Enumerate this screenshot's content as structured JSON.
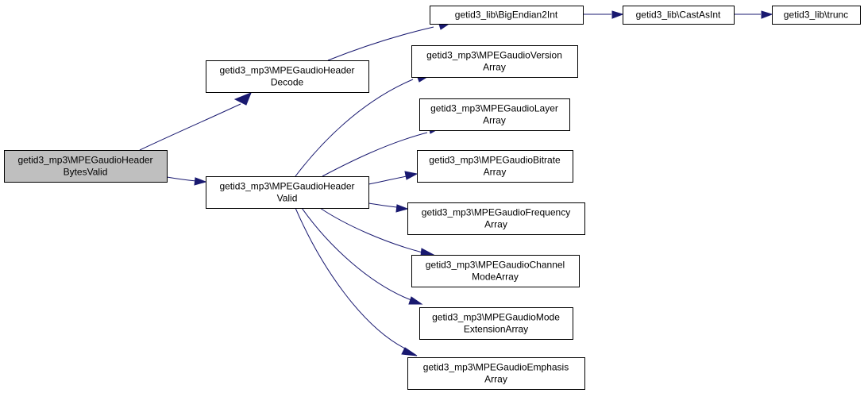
{
  "graph": {
    "colors": {
      "node_fill": "#ffffff",
      "root_fill": "#bfbfbf",
      "border": "#000000",
      "edge": "#191970"
    },
    "nodes": [
      {
        "id": "bytes_valid",
        "lines": [
          "getid3_mp3\\MPEGaudioHeader",
          "BytesValid"
        ],
        "root": true
      },
      {
        "id": "header_decode",
        "lines": [
          "getid3_mp3\\MPEGaudioHeader",
          "Decode"
        ]
      },
      {
        "id": "header_valid",
        "lines": [
          "getid3_mp3\\MPEGaudioHeader",
          "Valid"
        ]
      },
      {
        "id": "big_endian",
        "lines": [
          "getid3_lib\\BigEndian2Int"
        ]
      },
      {
        "id": "cast_as_int",
        "lines": [
          "getid3_lib\\CastAsInt"
        ]
      },
      {
        "id": "trunc",
        "lines": [
          "getid3_lib\\trunc"
        ]
      },
      {
        "id": "version_array",
        "lines": [
          "getid3_mp3\\MPEGaudioVersion",
          "Array"
        ]
      },
      {
        "id": "layer_array",
        "lines": [
          "getid3_mp3\\MPEGaudioLayer",
          "Array"
        ]
      },
      {
        "id": "bitrate_array",
        "lines": [
          "getid3_mp3\\MPEGaudioBitrate",
          "Array"
        ]
      },
      {
        "id": "frequency_array",
        "lines": [
          "getid3_mp3\\MPEGaudioFrequency",
          "Array"
        ]
      },
      {
        "id": "channel_mode_array",
        "lines": [
          "getid3_mp3\\MPEGaudioChannel",
          "ModeArray"
        ]
      },
      {
        "id": "mode_extension_array",
        "lines": [
          "getid3_mp3\\MPEGaudioMode",
          "ExtensionArray"
        ]
      },
      {
        "id": "emphasis_array",
        "lines": [
          "getid3_mp3\\MPEGaudioEmphasis",
          "Array"
        ]
      }
    ],
    "edges": [
      {
        "from": "bytes_valid",
        "to": "header_decode"
      },
      {
        "from": "bytes_valid",
        "to": "header_valid"
      },
      {
        "from": "header_decode",
        "to": "big_endian"
      },
      {
        "from": "big_endian",
        "to": "cast_as_int"
      },
      {
        "from": "cast_as_int",
        "to": "trunc"
      },
      {
        "from": "header_valid",
        "to": "version_array"
      },
      {
        "from": "header_valid",
        "to": "layer_array"
      },
      {
        "from": "header_valid",
        "to": "bitrate_array"
      },
      {
        "from": "header_valid",
        "to": "frequency_array"
      },
      {
        "from": "header_valid",
        "to": "channel_mode_array"
      },
      {
        "from": "header_valid",
        "to": "mode_extension_array"
      },
      {
        "from": "header_valid",
        "to": "emphasis_array"
      }
    ]
  }
}
